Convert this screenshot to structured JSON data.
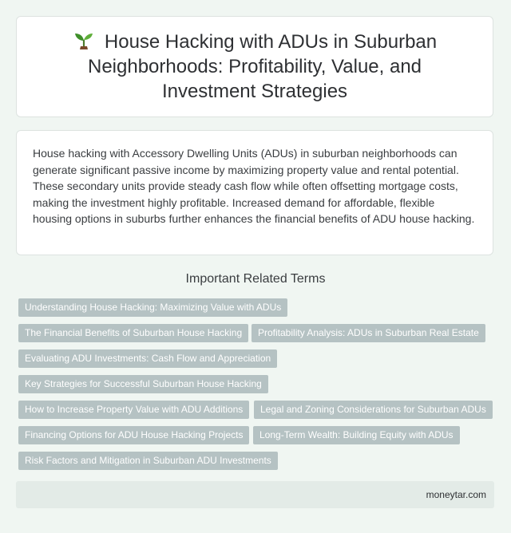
{
  "header": {
    "icon": "sprout-icon",
    "title": "House Hacking with ADUs in Suburban Neighborhoods: Profitability, Value, and Investment Strategies"
  },
  "summary": {
    "text": "House hacking with Accessory Dwelling Units (ADUs) in suburban neighborhoods can generate significant passive income by maximizing property value and rental potential. These secondary units provide steady cash flow while often offsetting mortgage costs, making the investment highly profitable. Increased demand for affordable, flexible housing options in suburbs further enhances the financial benefits of ADU house hacking."
  },
  "related": {
    "heading": "Important Related Terms",
    "tags": [
      "Understanding House Hacking: Maximizing Value with ADUs",
      "The Financial Benefits of Suburban House Hacking",
      "Profitability Analysis: ADUs in Suburban Real Estate",
      "Evaluating ADU Investments: Cash Flow and Appreciation",
      "Key Strategies for Successful Suburban House Hacking",
      "How to Increase Property Value with ADU Additions",
      "Legal and Zoning Considerations for Suburban ADUs",
      "Financing Options for ADU House Hacking Projects",
      "Long-Term Wealth: Building Equity with ADUs",
      "Risk Factors and Mitigation in Suburban ADU Investments"
    ]
  },
  "footer": {
    "site": "moneytar.com"
  },
  "colors": {
    "background": "#f0f6f2",
    "tag": "#b5c2c3",
    "footer": "#e3ebe7"
  }
}
